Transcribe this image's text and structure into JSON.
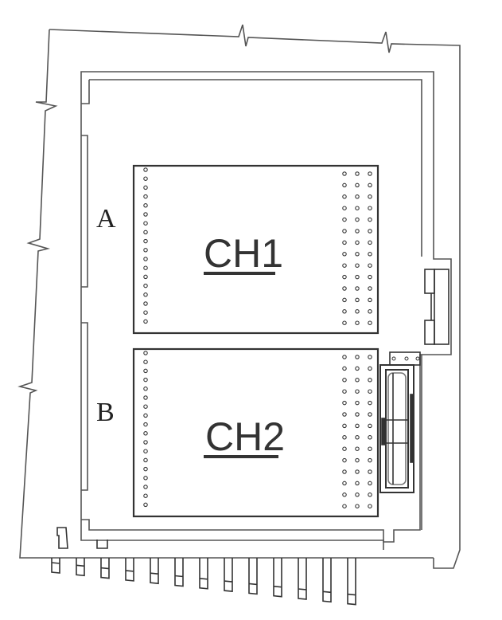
{
  "labels": {
    "section_a": "A",
    "section_b": "B",
    "chamber_1": "CH1",
    "chamber_2": "CH2"
  },
  "colors": {
    "line": "#333333",
    "light_line": "#777777"
  }
}
